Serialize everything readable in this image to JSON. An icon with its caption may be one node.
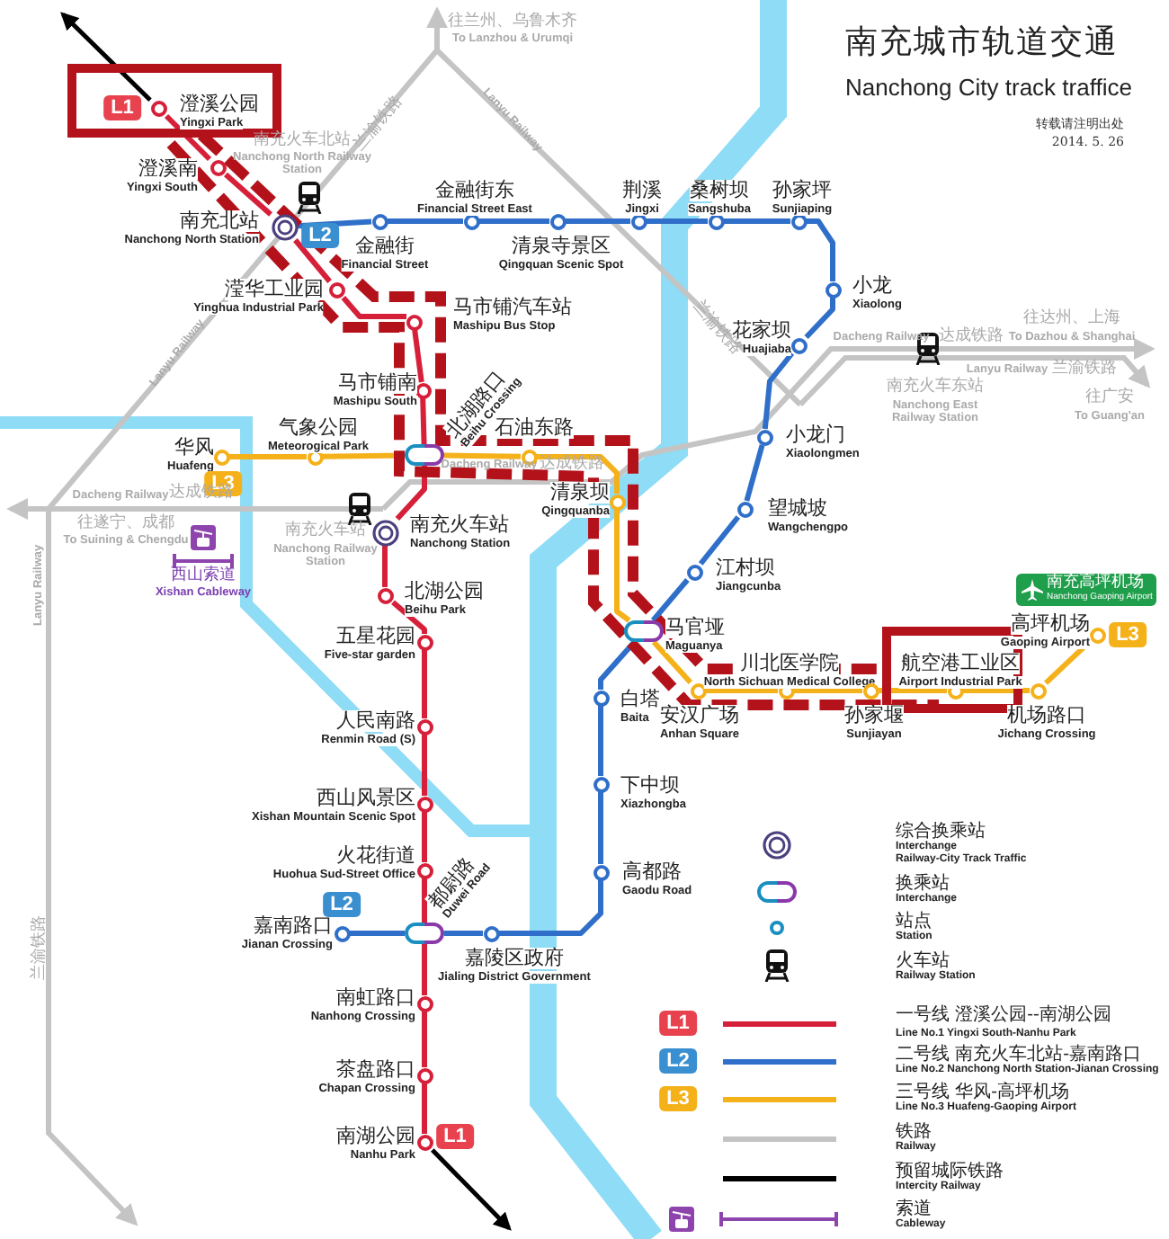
{
  "diagram": {
    "title": "南充城市轨道交通",
    "nodes": [
      {
        "text": [
          "澄溪公园",
          "Yingxi Park"
        ]
      },
      {
        "text": [
          "澄溪南",
          "Yingxi South"
        ]
      },
      {
        "text": [
          "南充北站",
          "Nanchong North Station"
        ]
      },
      {
        "text": [
          "滢华工业园",
          "Yinghua Industrial Park"
        ]
      },
      {
        "text": [
          "马市铺汽车站",
          "Mashipu Bus Stop"
        ]
      },
      {
        "text": [
          "马市铺南",
          "Mashipu South"
        ]
      },
      {
        "text": [
          "北湖路口",
          "Beihu Crossing"
        ]
      },
      {
        "text": [
          "南充火车站",
          "Nanchong Station"
        ]
      },
      {
        "text": [
          "北湖公园",
          "Beihu Park"
        ]
      },
      {
        "text": [
          "五星花园",
          "Five-star garden"
        ]
      },
      {
        "text": [
          "人民南路",
          "Renmin Road (S)"
        ]
      },
      {
        "text": [
          "西山风景区",
          "Xishan Mountain Scenic Spot"
        ]
      },
      {
        "text": [
          "火花街道",
          "Huohua Sud-Street Office"
        ]
      },
      {
        "text": [
          "都尉路",
          "Duwei Road"
        ]
      },
      {
        "text": [
          "南虹路口",
          "Nanhong Crossing"
        ]
      },
      {
        "text": [
          "茶盘路口",
          "Chapan Crossing"
        ]
      },
      {
        "text": [
          "南湖公园",
          "Nanhu Park"
        ]
      },
      {
        "text": [
          "金融街",
          "Financial Street"
        ]
      },
      {
        "text": [
          "金融街东",
          "Financial Street East"
        ]
      },
      {
        "text": [
          "清泉寺景区",
          "Qingquan Scenic Spot"
        ]
      },
      {
        "text": [
          "荆溪",
          "Jingxi"
        ]
      },
      {
        "text": [
          "桑树坝",
          "Sangshuba"
        ]
      },
      {
        "text": [
          "孙家坪",
          "Sunjiaping"
        ]
      },
      {
        "text": [
          "小龙",
          "Xiaolong"
        ]
      },
      {
        "text": [
          "花家坝",
          "Huajiaba"
        ]
      },
      {
        "text": [
          "小龙门",
          "Xiaolongmen"
        ]
      },
      {
        "text": [
          "望城坡",
          "Wangchengpo"
        ]
      },
      {
        "text": [
          "江村坝",
          "Jiangcunba"
        ]
      },
      {
        "text": [
          "马官垭",
          "Maguanya"
        ]
      },
      {
        "text": [
          "白塔",
          "Baita"
        ]
      },
      {
        "text": [
          "下中坝",
          "Xiazhongba"
        ]
      },
      {
        "text": [
          "高都路",
          "Gaodu Road"
        ]
      },
      {
        "text": [
          "嘉陵区政府",
          "Jialing District Government"
        ]
      },
      {
        "text": [
          "嘉南路口",
          "Jianan Crossing"
        ]
      },
      {
        "text": [
          "华风",
          "Huafeng"
        ]
      },
      {
        "text": [
          "气象公园",
          "Meteorogical Park"
        ]
      },
      {
        "text": [
          "石油东路"
        ]
      },
      {
        "text": [
          "清泉坝",
          "Qingquanba"
        ]
      },
      {
        "text": [
          "安汉广场",
          "Anhan Square"
        ]
      },
      {
        "text": [
          "川北医学院",
          "North Sichuan Medical College"
        ]
      },
      {
        "text": [
          "孙家堰",
          "Sunjiayan"
        ]
      },
      {
        "text": [
          "航空港工业区",
          "Airport Industrial Park"
        ]
      },
      {
        "text": [
          "机场路口",
          "Jichang Crossing"
        ]
      },
      {
        "text": [
          "高坪机场",
          "Gaoping Airport"
        ]
      }
    ],
    "edges": [
      {
        "from": 0,
        "to": 1,
        "arrow": "none",
        "color": "#d6203a"
      },
      {
        "from": 1,
        "to": 2,
        "arrow": "none",
        "color": "#d6203a"
      },
      {
        "from": 2,
        "to": 3,
        "arrow": "none",
        "color": "#d6203a"
      },
      {
        "from": 3,
        "to": 4,
        "arrow": "none",
        "color": "#d6203a"
      },
      {
        "from": 4,
        "to": 5,
        "arrow": "none",
        "color": "#d6203a"
      },
      {
        "from": 5,
        "to": 6,
        "arrow": "none",
        "color": "#d6203a"
      },
      {
        "from": 6,
        "to": 7,
        "arrow": "none",
        "color": "#d6203a"
      },
      {
        "from": 7,
        "to": 8,
        "arrow": "none",
        "color": "#d6203a"
      },
      {
        "from": 8,
        "to": 9,
        "arrow": "none",
        "color": "#d6203a"
      },
      {
        "from": 9,
        "to": 10,
        "arrow": "none",
        "color": "#d6203a"
      },
      {
        "from": 10,
        "to": 11,
        "arrow": "none",
        "color": "#d6203a"
      },
      {
        "from": 11,
        "to": 12,
        "arrow": "none",
        "color": "#d6203a"
      },
      {
        "from": 12,
        "to": 13,
        "arrow": "none",
        "color": "#d6203a"
      },
      {
        "from": 13,
        "to": 14,
        "arrow": "none",
        "color": "#d6203a"
      },
      {
        "from": 14,
        "to": 15,
        "arrow": "none",
        "color": "#d6203a"
      },
      {
        "from": 15,
        "to": 16,
        "arrow": "none",
        "color": "#d6203a"
      },
      {
        "from": 0,
        "to": null,
        "arrow": "to",
        "color": "#000000"
      },
      {
        "from": 16,
        "to": null,
        "arrow": "to",
        "color": "#000000"
      },
      {
        "from": 2,
        "to": 17,
        "arrow": "none"
      },
      {
        "from": 17,
        "to": 18,
        "arrow": "none"
      },
      {
        "from": 18,
        "to": 19,
        "arrow": "none"
      },
      {
        "from": 19,
        "to": 20,
        "arrow": "none"
      },
      {
        "from": 20,
        "to": 21,
        "arrow": "none"
      },
      {
        "from": 21,
        "to": 22,
        "arrow": "none"
      },
      {
        "from": 22,
        "to": 23,
        "arrow": "none"
      },
      {
        "from": 23,
        "to": 24,
        "arrow": "none"
      },
      {
        "from": 24,
        "to": 25,
        "arrow": "none"
      },
      {
        "from": 25,
        "to": 26,
        "arrow": "none"
      },
      {
        "from": 26,
        "to": 27,
        "arrow": "none"
      },
      {
        "from": 27,
        "to": 28,
        "arrow": "none"
      },
      {
        "from": 28,
        "to": 29,
        "arrow": "none"
      },
      {
        "from": 29,
        "to": 30,
        "arrow": "none"
      },
      {
        "from": 30,
        "to": 31,
        "arrow": "none"
      },
      {
        "from": 31,
        "to": 32,
        "arrow": "none"
      },
      {
        "from": 32,
        "to": 13,
        "arrow": "none"
      },
      {
        "from": 13,
        "to": 33,
        "arrow": "none"
      },
      {
        "from": 34,
        "to": 35,
        "arrow": "none",
        "color": "#f5b11a"
      },
      {
        "from": 35,
        "to": 6,
        "arrow": "none",
        "color": "#f5b11a"
      },
      {
        "from": 6,
        "to": 36,
        "arrow": "none",
        "color": "#f5b11a"
      },
      {
        "from": 36,
        "to": 37,
        "arrow": "none",
        "color": "#f5b11a"
      },
      {
        "from": 37,
        "to": 28,
        "arrow": "none",
        "color": "#f5b11a"
      },
      {
        "from": 28,
        "to": 38,
        "arrow": "none",
        "color": "#f5b11a"
      },
      {
        "from": 38,
        "to": 39,
        "arrow": "none",
        "color": "#f5b11a"
      },
      {
        "from": 39,
        "to": 40,
        "arrow": "none",
        "color": "#f5b11a"
      },
      {
        "from": 40,
        "to": 41,
        "arrow": "none",
        "color": "#f5b11a"
      },
      {
        "from": 41,
        "to": 42,
        "arrow": "none",
        "color": "#f5b11a"
      },
      {
        "from": 42,
        "to": 43,
        "arrow": "none",
        "color": "#f5b11a"
      }
    ],
    "labels": [
      "L1",
      "南充火车北站",
      "Nanchong North Railway Station",
      "往兰州、乌鲁木齐",
      "To Lanzhou & Urumqi",
      "兰渝铁路",
      "Lanyu Railway",
      "L2",
      "Lanyu Railway",
      "兰渝铁路",
      "Dacheng Railway",
      "达成铁路",
      "往达州、上海",
      "To Dazhou & Shanghai",
      "Lanyu Railway",
      "兰渝铁路",
      "南充火车东站",
      "Nanchong East Railway Station",
      "往广安",
      "To Guang'an",
      "L3",
      "Dacheng Railway",
      "达成铁路",
      "往遂宁、成都",
      "To Suining & Chengdu",
      "Dacheng Railway",
      "达成铁路",
      "南充火车站",
      "Nanchong Railway Station",
      "西山索道",
      "Xishan Cableway",
      "Lanyu Railway",
      "南充高坪机场",
      "Nanchong Gaoping Airport",
      "L3",
      "L2",
      "兰渝铁路",
      "L1",
      "L1",
      "L2",
      "L3",
      "Interchange",
      "Railway-City Track Traffic",
      "Interchange",
      "Station",
      "Railway Station",
      "Line No.1 Yingxi South-Nanhu Park",
      "Line No.2 Nanchong North Station-Jianan Crossing",
      "Line No.3 Huafeng-Gaoping Airport",
      "Railway",
      "Intercity Railway",
      "Cableway",
      "Nanchong City track traffice",
      "转载请注明出处",
      "2014. 5. 26"
    ],
    "legend": [
      {
        "text": "综合换乘站"
      },
      {
        "text": "换乘站"
      },
      {
        "text": "站点"
      },
      {
        "text": "火车站"
      },
      {
        "text": "一号线 澄溪公园--南湖公园",
        "color": "#d6203a"
      },
      {
        "text": "二号线 南充火车北站-嘉南路口",
        "color": "#2f6fc9"
      },
      {
        "text": "三号线 华风-高坪机场",
        "color": "#f5b11a"
      },
      {
        "text": "铁路",
        "color": "#c4c4c4"
      },
      {
        "text": "预留城际铁路",
        "color": "#000000"
      },
      {
        "text": "索道"
      }
    ]
  }
}
